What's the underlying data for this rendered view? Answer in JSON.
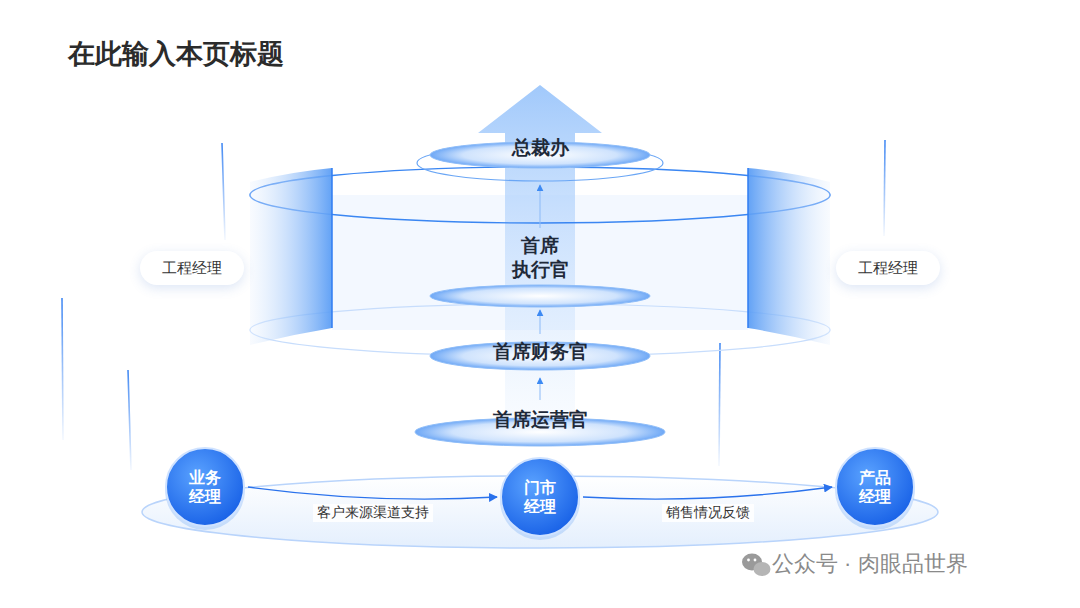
{
  "diagram": {
    "title": "在此输入本页标题",
    "nodes": [
      {
        "text": [
          "总裁办"
        ]
      },
      {
        "text": [
          "首席 执行官"
        ]
      },
      {
        "text": [
          "首席财务官"
        ]
      },
      {
        "text": [
          "首席运营官"
        ]
      },
      {
        "text": [
          "工程经理"
        ]
      },
      {
        "text": [
          "工程经理"
        ]
      },
      {
        "text": [
          "业务 经理"
        ]
      },
      {
        "text": [
          "门市 经理"
        ]
      },
      {
        "text": [
          "产品 经理"
        ]
      }
    ],
    "edges": [
      {
        "from": 3,
        "to": 2,
        "arrow": "to"
      },
      {
        "from": 2,
        "to": 1,
        "arrow": "to"
      },
      {
        "from": 1,
        "to": 0,
        "arrow": "to"
      },
      {
        "from": 6,
        "to": 7,
        "label": "客户来源渠道支持",
        "arrow": "to"
      },
      {
        "from": 7,
        "to": 8,
        "label": "销售情况反馈",
        "arrow": "to"
      }
    ],
    "labels": [
      "公众号 · 肉眼品世界"
    ]
  }
}
